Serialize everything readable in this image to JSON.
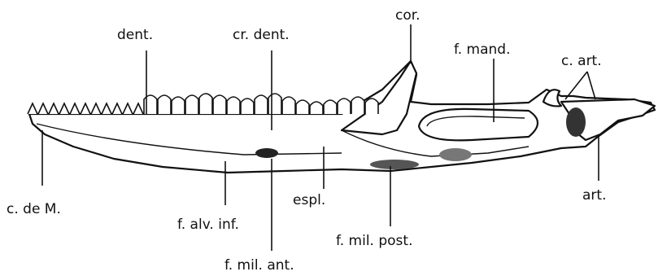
{
  "figure": {
    "labels": {
      "dent": "dent.",
      "cr_dent": "cr. dent.",
      "cor": "cor.",
      "f_mand": "f. mand.",
      "c_art": "c. art.",
      "c_de_m": "c. de M.",
      "f_alv_inf": "f. alv. inf.",
      "espl": "espl.",
      "f_mil_post": "f. mil. post.",
      "art": "art.",
      "f_mil_ant": "f. mil. ant."
    }
  }
}
